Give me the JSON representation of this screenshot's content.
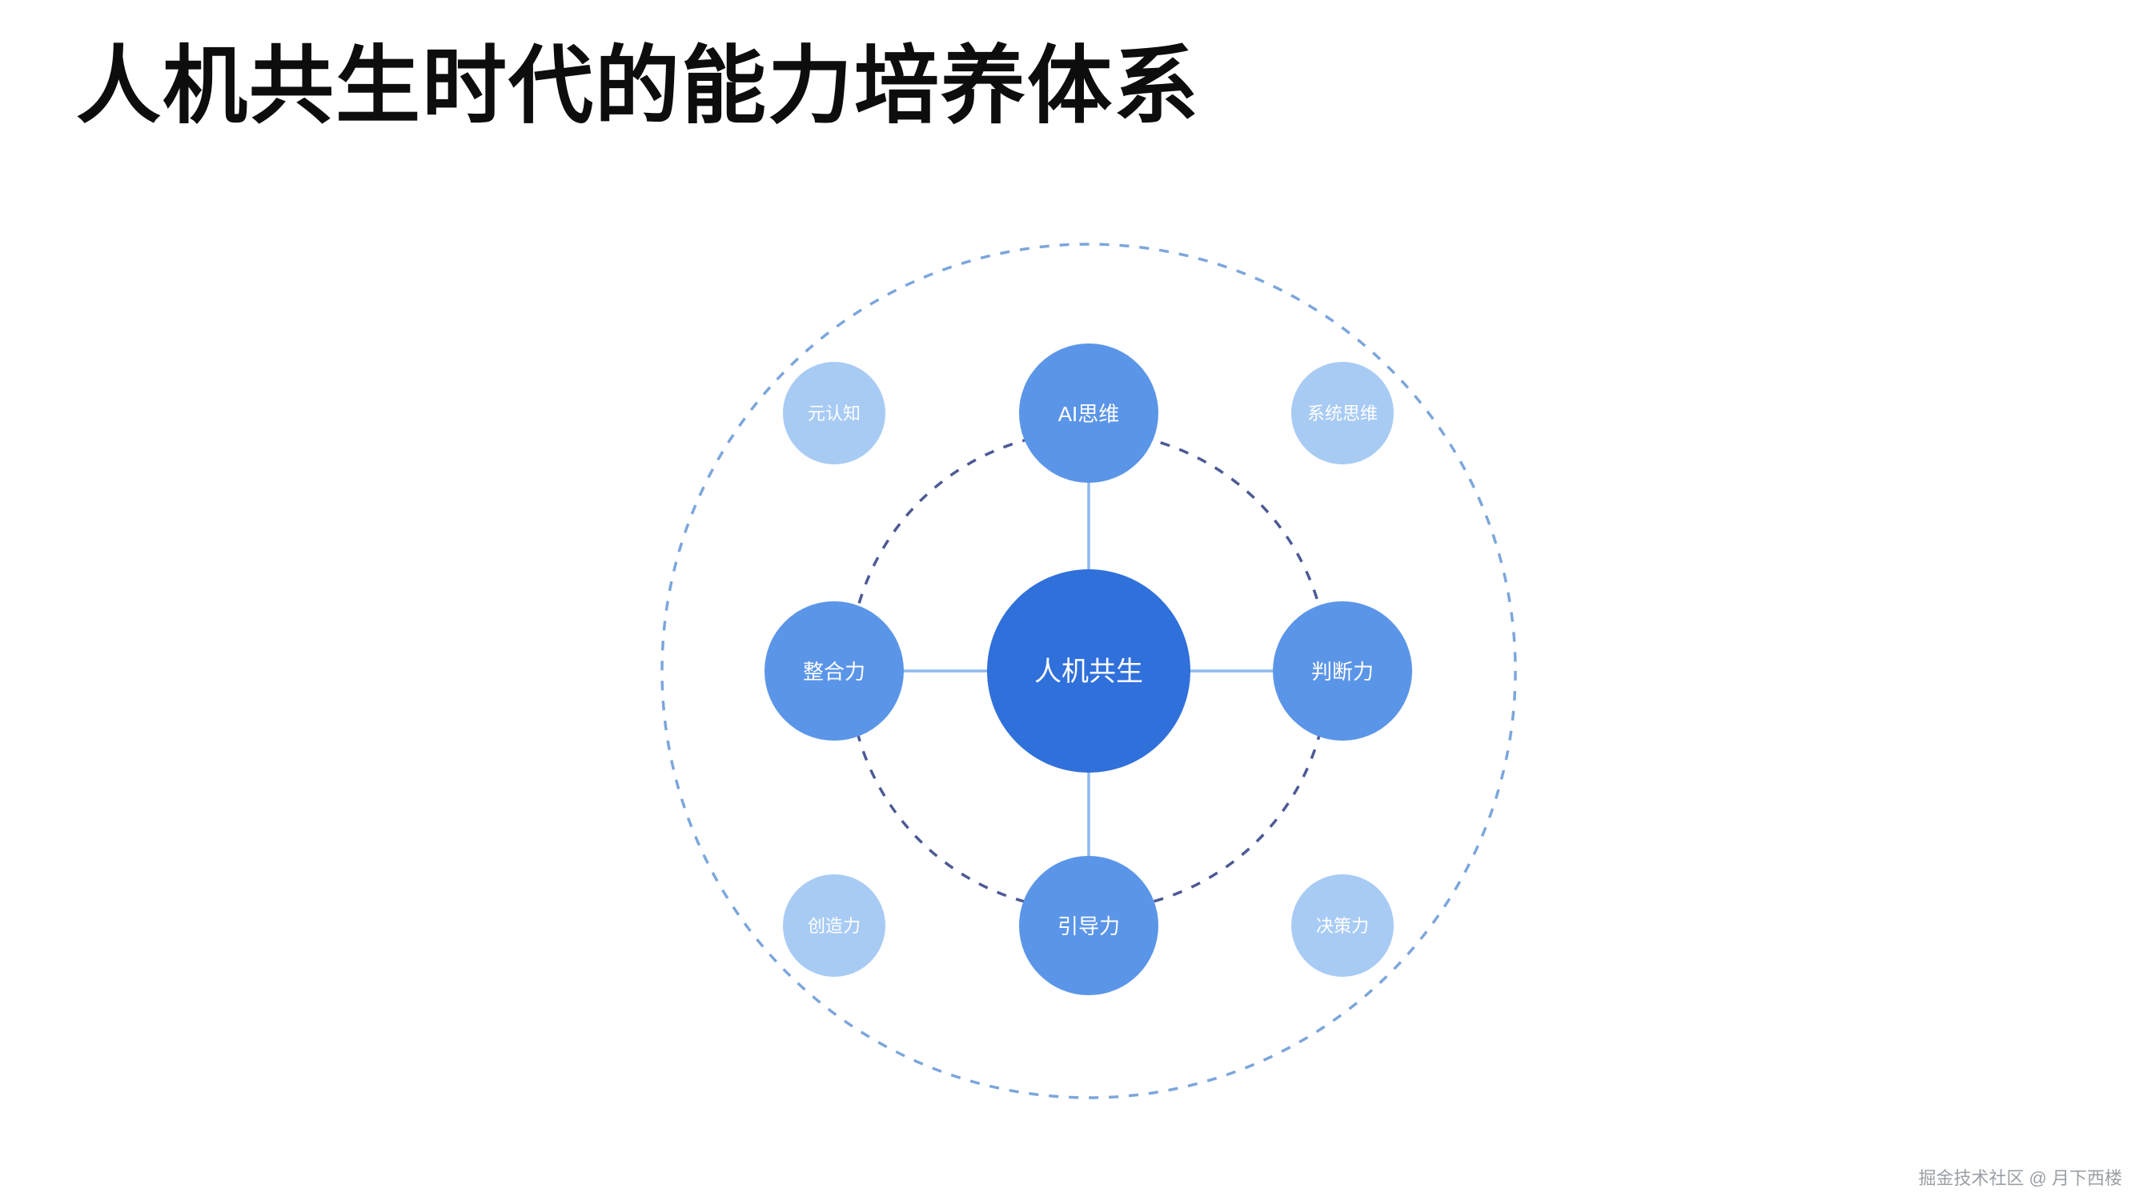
{
  "title": "人机共生时代的能力培养体系",
  "watermark": "掘金技术社区 @ 月下西楼",
  "diagram": {
    "center_node": {
      "label": "人机共生"
    },
    "primary_nodes": [
      {
        "position": "top",
        "label": "AI思维"
      },
      {
        "position": "right",
        "label": "判断力"
      },
      {
        "position": "bottom",
        "label": "引导力"
      },
      {
        "position": "left",
        "label": "整合力"
      }
    ],
    "secondary_nodes": [
      {
        "position": "top-left",
        "label": "元认知"
      },
      {
        "position": "top-right",
        "label": "系统思维"
      },
      {
        "position": "bottom-left",
        "label": "创造力"
      },
      {
        "position": "bottom-right",
        "label": "决策力"
      }
    ],
    "colors": {
      "center_fill": "#3070DB",
      "primary_fill": "#5B95E8",
      "secondary_fill": "#A8CBF4",
      "connector_stroke": "#8FB8F0",
      "outer_ring_stroke": "#7CA6DB",
      "inner_ring_stroke": "#4C5A94",
      "label_text": "#FFFFFF"
    }
  }
}
